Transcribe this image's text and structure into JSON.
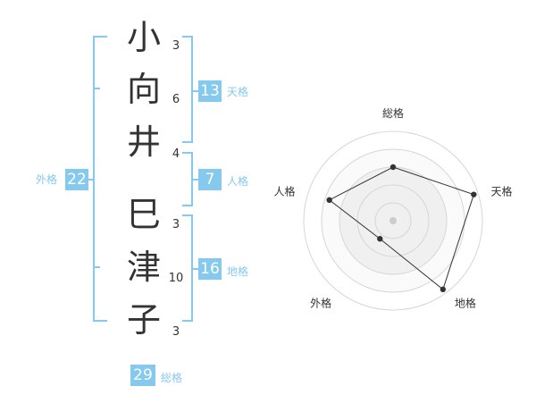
{
  "name": {
    "characters": [
      {
        "char": "小",
        "strokes": "3"
      },
      {
        "char": "向",
        "strokes": "6"
      },
      {
        "char": "井",
        "strokes": "4"
      },
      {
        "char": "巳",
        "strokes": "3"
      },
      {
        "char": "津",
        "strokes": "10"
      },
      {
        "char": "子",
        "strokes": "3"
      }
    ]
  },
  "fortune": {
    "tenkaku": {
      "value": "13",
      "label": "天格"
    },
    "jinkaku": {
      "value": "7",
      "label": "人格"
    },
    "chikaku": {
      "value": "16",
      "label": "地格"
    },
    "gaikaku": {
      "value": "22",
      "label": "外格"
    },
    "soukaku": {
      "value": "29",
      "label": "総格"
    }
  },
  "colors": {
    "accent": "#86c9ef",
    "text": "#333333",
    "radar_fill": "#f0f0f0",
    "radar_ring": "#d6d6d6"
  },
  "chart_data": {
    "type": "radar",
    "axes": [
      "総格",
      "天格",
      "地格",
      "外格",
      "人格"
    ],
    "values": [
      0.6,
      0.95,
      0.95,
      0.25,
      0.75
    ],
    "rings": 5
  }
}
